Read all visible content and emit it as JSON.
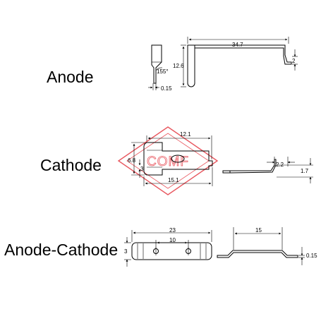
{
  "labels": {
    "anode": "Anode",
    "cathode": "Cathode",
    "anode_cathode": "Anode-Cathode"
  },
  "watermark": {
    "text": "COMF",
    "color": "#e8575f"
  },
  "dimensions": {
    "anode": {
      "length": "34.7",
      "height": "12.6",
      "angle": "155°",
      "tip": "2",
      "thickness": "0.15"
    },
    "cathode": {
      "width": "12.1",
      "height": "6.8",
      "inner": "3",
      "length": "15.1",
      "step_w": "2.2",
      "step_h": "1.7"
    },
    "anode_cathode": {
      "length": "23",
      "hole_pitch": "10",
      "height": "3",
      "side_length": "15",
      "thickness": "0.15"
    }
  }
}
